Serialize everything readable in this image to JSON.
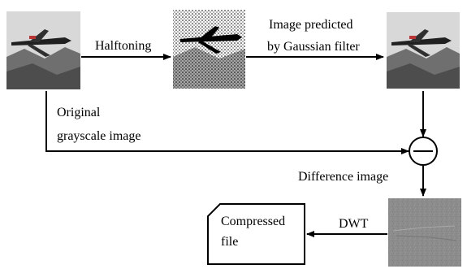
{
  "labels": {
    "halftoning": "Halftoning",
    "predicted_line1": "Image predicted",
    "predicted_line2": "by Gaussian filter",
    "original_line1": "Original",
    "original_line2": "grayscale image",
    "difference": "Difference image",
    "dwt": "DWT",
    "compressed_line1": "Compressed",
    "compressed_line2": "file"
  },
  "subtract_symbol": "−",
  "colors": {
    "line": "#000000",
    "sky": "#d8d8d8",
    "mountain": "#6f6f6f",
    "difference_bg": "#8c8c8c"
  }
}
